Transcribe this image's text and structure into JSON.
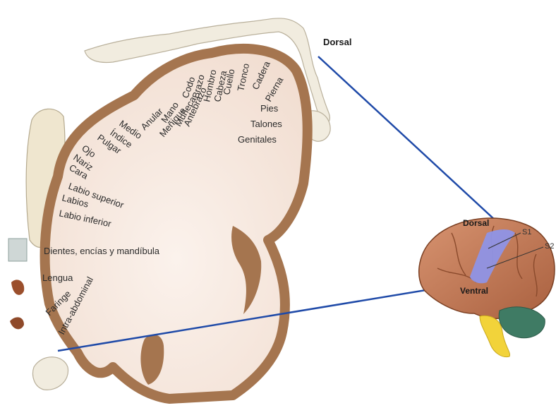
{
  "header": {
    "dorsal": "Dorsal"
  },
  "homunculus_labels": [
    "Cadera",
    "Pierna",
    "Tronco",
    "Cuello",
    "Cabeza",
    "Hombro",
    "Brazo",
    "Codo",
    "Antebrazo",
    "Muñeca",
    "Mano",
    "Meñique",
    "Anular",
    "Medio",
    "Índice",
    "Pulgar",
    "Ojo",
    "Nariz",
    "Cara",
    "Labio superior",
    "Labios",
    "Labio inferior",
    "Dientes, encías y mandíbula",
    "Lengua",
    "Faringe",
    "Intra-abdominal",
    "Pies",
    "Talones",
    "Genitales"
  ],
  "brain": {
    "dorsal": "Dorsal",
    "ventral": "Ventral",
    "s1": "S1",
    "s2": "S2"
  },
  "colors": {
    "cortex_border": "#a5754f",
    "cortex_fill": "#f6e8df",
    "line": "#1f4aa8",
    "brain": "#c27a55",
    "s1_region": "#8f93e6",
    "cerebellum": "#3f7b64",
    "brainstem": "#f2d33a"
  }
}
